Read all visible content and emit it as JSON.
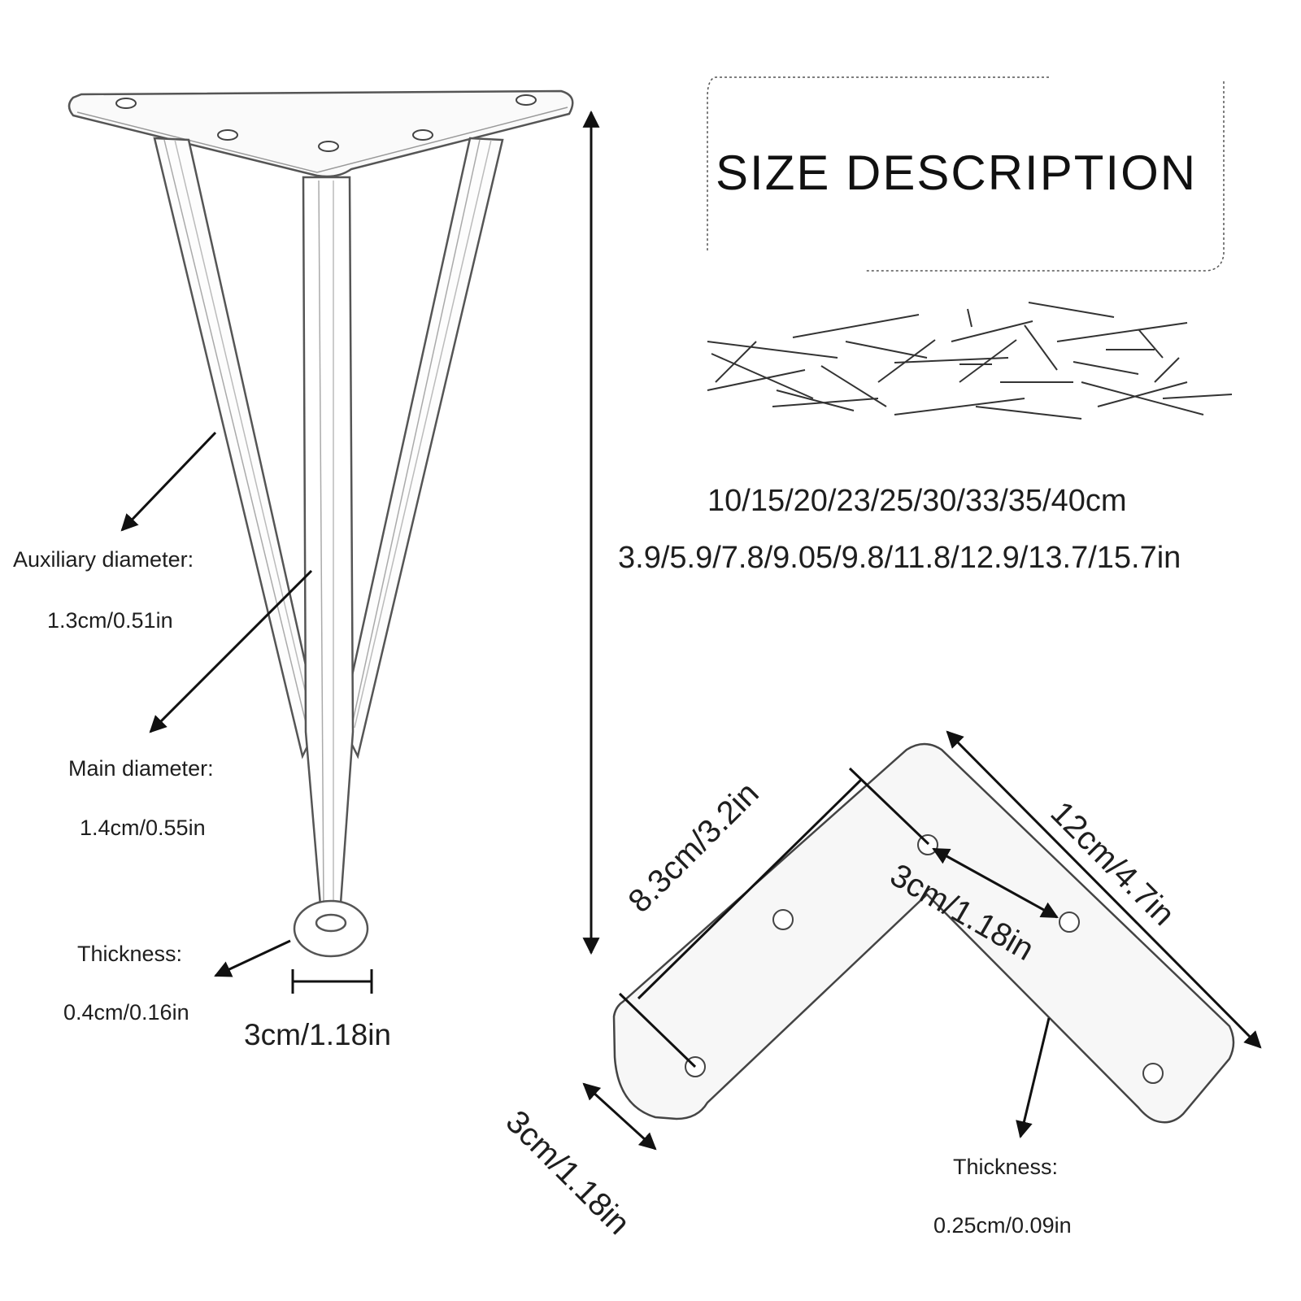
{
  "title": "SIZE DESCRIPTION",
  "heights": {
    "cm": "10/15/20/23/25/30/33/35/40cm",
    "in": "3.9/5.9/7.8/9.05/9.8/11.8/12.9/13.7/15.7in"
  },
  "leg": {
    "auxiliary_label": "Auxiliary diameter:",
    "auxiliary_value": "1.3cm/0.51in",
    "main_label": "Main diameter:",
    "main_value": "1.4cm/0.55in",
    "thickness_label": "Thickness:",
    "thickness_value": "0.4cm/0.16in",
    "foot_width": "3cm/1.18in"
  },
  "plate": {
    "inner_length": "8.3cm/3.2in",
    "hole_spacing": "3cm/1.18in",
    "outer_length": "12cm/4.7in",
    "width": "3cm/1.18in",
    "thickness_label": "Thickness:",
    "thickness_value": "0.25cm/0.09in"
  }
}
